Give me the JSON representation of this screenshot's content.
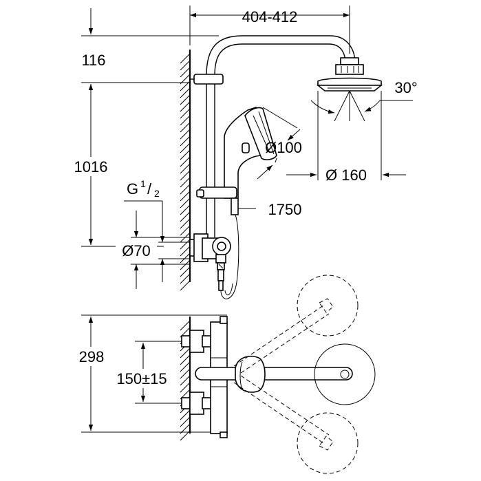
{
  "dimensions": {
    "overall_width": "404-412",
    "top_offset": "116",
    "rail_height": "1016",
    "connection_thread_prefix": "G",
    "connection_thread_num": "1",
    "connection_thread_den": "2",
    "flange_diameter": "Ø70",
    "spray_angle": "30°",
    "hand_shower_diameter": "Ø100",
    "head_shower_diameter": "Ø 160",
    "hose_length": "1750",
    "mixer_height": "298",
    "inlet_spacing": "150±15"
  }
}
